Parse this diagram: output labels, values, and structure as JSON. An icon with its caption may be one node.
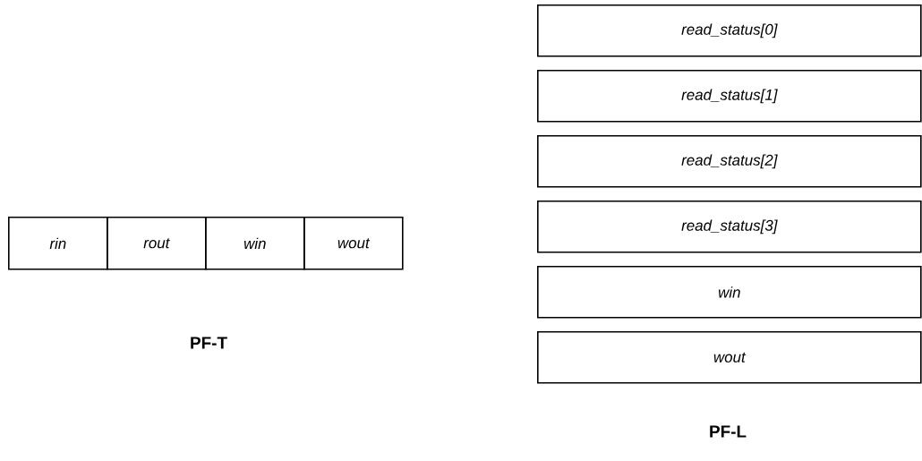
{
  "diagram": {
    "nodes": [
      {
        "text": [
          "rin"
        ]
      },
      {
        "text": [
          "rout"
        ]
      },
      {
        "text": [
          "win"
        ]
      },
      {
        "text": [
          "wout"
        ]
      },
      {
        "text": [
          "read_status[0]"
        ]
      },
      {
        "text": [
          "read_status[1]"
        ]
      },
      {
        "text": [
          "read_status[2]"
        ]
      },
      {
        "text": [
          "read_status[3]"
        ]
      },
      {
        "text": [
          "win"
        ]
      },
      {
        "text": [
          "wout"
        ]
      }
    ],
    "labels": [
      "PF-T",
      "PF-L"
    ]
  }
}
